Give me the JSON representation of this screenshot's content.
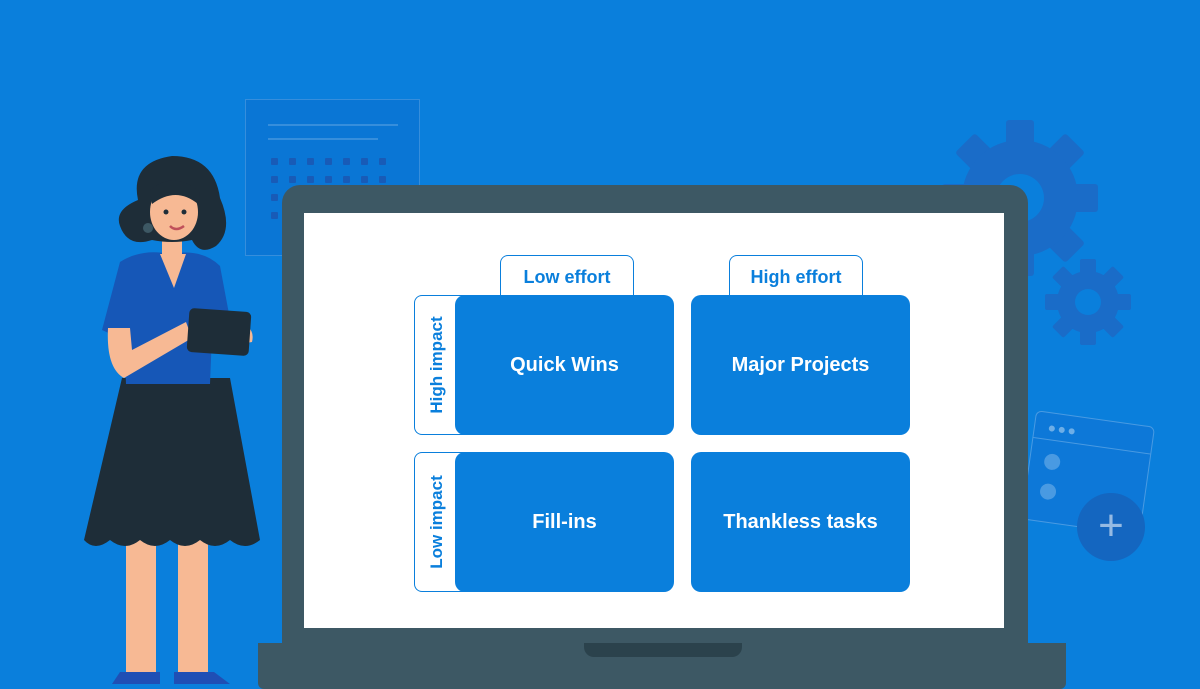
{
  "matrix": {
    "columns": [
      "Low effort",
      "High effort"
    ],
    "rows": [
      "High impact",
      "Low impact"
    ],
    "cells": [
      "Quick Wins",
      "Major Projects",
      "Fill-ins",
      "Thankless tasks"
    ]
  },
  "colors": {
    "background": "#0a7fdc",
    "laptop": "#3d5864",
    "cell": "#0a7fdc",
    "screen": "#ffffff"
  },
  "decor": {
    "plus_glyph": "+"
  }
}
